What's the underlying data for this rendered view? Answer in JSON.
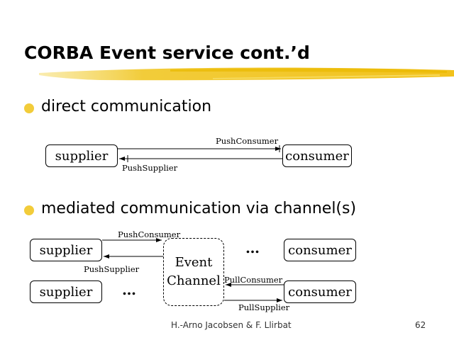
{
  "slide": {
    "title": "CORBA Event service cont.’d",
    "page_number": "62",
    "footer": "H.-Arno Jacobsen & F. Llirbat",
    "accent_color": "#f2cc3a"
  },
  "bullets": [
    {
      "text": "direct communication"
    },
    {
      "text": "mediated communication via channel(s)"
    }
  ],
  "direct": {
    "supplier": "supplier",
    "consumer": "consumer",
    "push_consumer_label": "PushConsumer",
    "push_supplier_label": "PushSupplier"
  },
  "mediated": {
    "supplier_1": "supplier",
    "supplier_2": "supplier",
    "consumer_1": "consumer",
    "consumer_2": "consumer",
    "channel_line1": "Event",
    "channel_line2": "Channel",
    "push_consumer_label": "PushConsumer",
    "push_supplier_label": "PushSupplier",
    "pull_consumer_label": "PullConsumer",
    "pull_supplier_label": "PullSupplier",
    "ellipsis_left": "…",
    "ellipsis_top": "…"
  }
}
